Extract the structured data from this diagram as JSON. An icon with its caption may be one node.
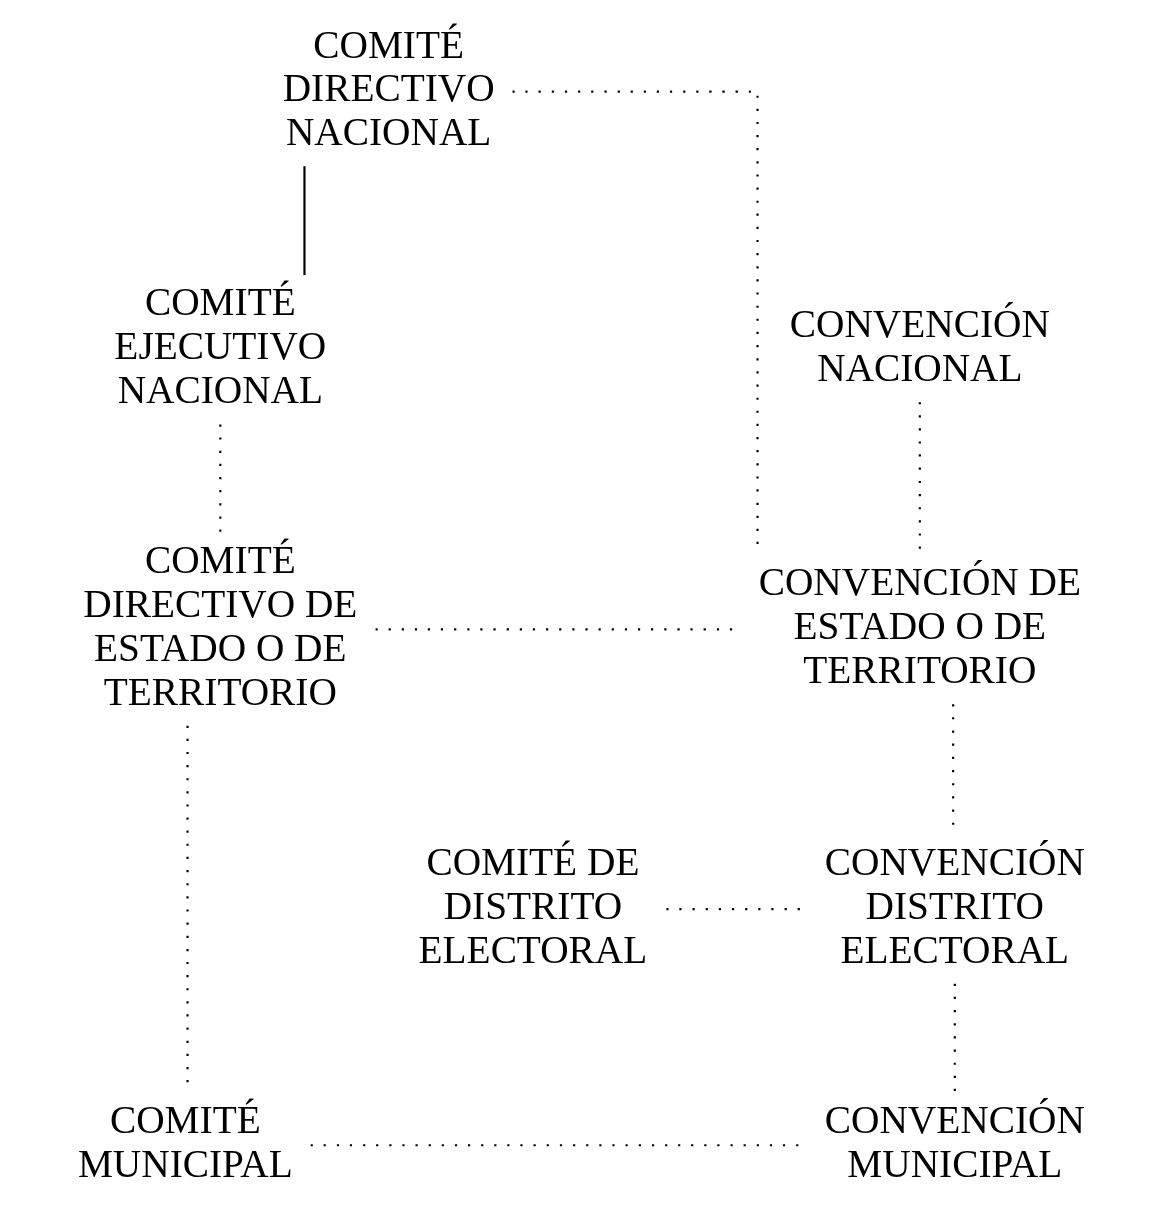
{
  "diagram": {
    "nodes": [
      {
        "text": [
          "COMITÉ DIRECTIVO NACIONAL"
        ]
      },
      {
        "text": [
          "COMITÉ EJECUTIVO NACIONAL"
        ]
      },
      {
        "text": [
          "CONVENCIÓN NACIONAL"
        ]
      },
      {
        "text": [
          "COMITÉ DIRECTIVO DE ESTADO O DE TERRITORIO"
        ]
      },
      {
        "text": [
          "CONVENCIÓN DE ESTADO O DE TERRITORIO"
        ]
      },
      {
        "text": [
          "COMITÉ DE DISTRITO ELECTORAL"
        ]
      },
      {
        "text": [
          "CONVENCIÓN DISTRITO ELECTORAL"
        ]
      },
      {
        "text": [
          "COMITÉ MUNICIPAL"
        ]
      },
      {
        "text": [
          "CONVENCIÓN MUNICIPAL"
        ]
      }
    ],
    "edges": [
      {
        "from": 0,
        "to": 1,
        "arrow": "none"
      },
      {
        "from": 0,
        "to": 4,
        "arrow": "none",
        "style": "dashed"
      },
      {
        "from": 1,
        "to": 3,
        "arrow": "none",
        "style": "dashed"
      },
      {
        "from": 2,
        "to": 4,
        "arrow": "none",
        "style": "dashed"
      },
      {
        "from": 3,
        "to": 4,
        "arrow": "none",
        "style": "dashed"
      },
      {
        "from": 3,
        "to": 7,
        "arrow": "none",
        "style": "dashed"
      },
      {
        "from": 4,
        "to": 6,
        "arrow": "none",
        "style": "dashed"
      },
      {
        "from": 5,
        "to": 6,
        "arrow": "none",
        "style": "dashed"
      },
      {
        "from": 6,
        "to": 8,
        "arrow": "none",
        "style": "dashed"
      },
      {
        "from": 7,
        "to": 8,
        "arrow": "none",
        "style": "dashed"
      }
    ]
  }
}
